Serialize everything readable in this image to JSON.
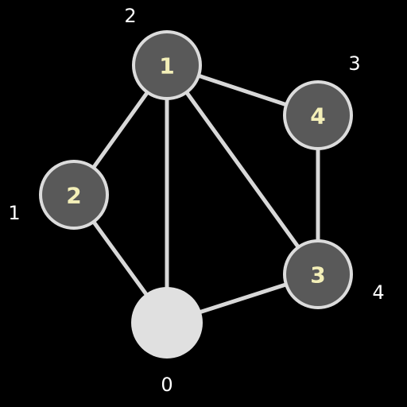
{
  "colors": {
    "background": "#000000",
    "edge": "#d8d8d8",
    "node_ring": "#dcdcdc",
    "node_fill": "#595959",
    "node_empty": "#e0e0e0",
    "node_number": "#f3efb8",
    "outer_label": "#ffffff"
  },
  "nodes": [
    {
      "id": "a",
      "number": "1",
      "label": "2",
      "filled": true
    },
    {
      "id": "b",
      "number": "4",
      "label": "3",
      "filled": true
    },
    {
      "id": "c",
      "number": "2",
      "label": "1",
      "filled": true
    },
    {
      "id": "d",
      "number": "3",
      "label": "4",
      "filled": true
    },
    {
      "id": "e",
      "number": "",
      "label": "0",
      "filled": false
    }
  ],
  "edges": [
    [
      "a",
      "b"
    ],
    [
      "a",
      "c"
    ],
    [
      "a",
      "e"
    ],
    [
      "a",
      "d"
    ],
    [
      "b",
      "d"
    ],
    [
      "c",
      "e"
    ],
    [
      "d",
      "e"
    ]
  ]
}
